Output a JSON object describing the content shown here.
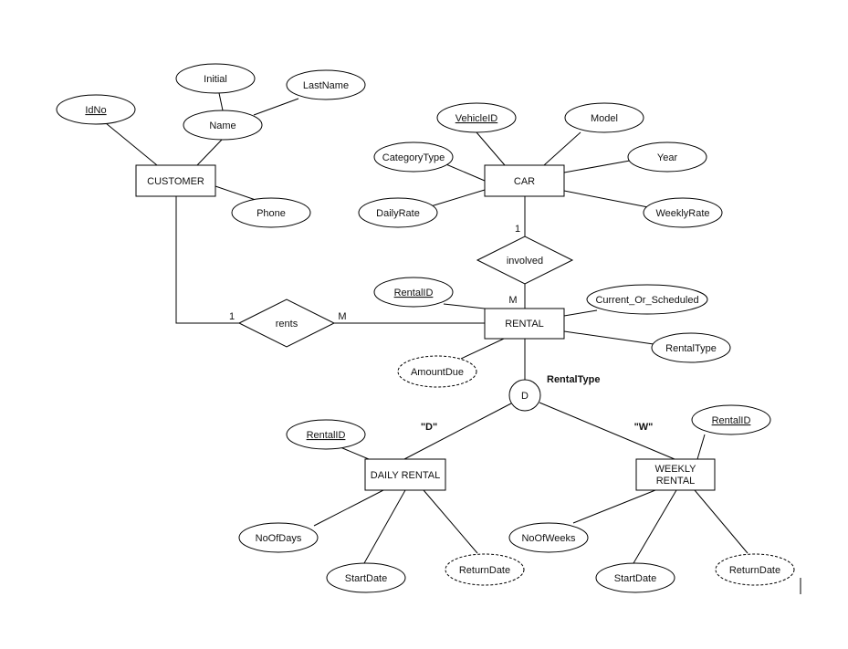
{
  "diagram": {
    "entities": {
      "customer": "CUSTOMER",
      "car": "CAR",
      "rental": "RENTAL",
      "daily_rental": "DAILY RENTAL",
      "weekly_rental_line1": "WEEKLY",
      "weekly_rental_line2": "RENTAL"
    },
    "relationships": {
      "rents": "rents",
      "involved": "involved"
    },
    "attributes": {
      "customer_idno": "IdNo",
      "customer_name": "Name",
      "customer_initial": "Initial",
      "customer_lastname": "LastName",
      "customer_phone": "Phone",
      "car_vehicleid": "VehicleID",
      "car_model": "Model",
      "car_categorytype": "CategoryType",
      "car_year": "Year",
      "car_dailyrate": "DailyRate",
      "car_weeklyrate": "WeeklyRate",
      "rental_rentalid": "RentalID",
      "rental_current_or_scheduled": "Current_Or_Scheduled",
      "rental_rentaltype": "RentalType",
      "rental_amountdue": "AmountDue",
      "daily_rentalid": "RentalID",
      "daily_noofdays": "NoOfDays",
      "daily_startdate": "StartDate",
      "daily_returndate": "ReturnDate",
      "weekly_rentalid": "RentalID",
      "weekly_noofweeks": "NoOfWeeks",
      "weekly_startdate": "StartDate",
      "weekly_returndate": "ReturnDate"
    },
    "cardinalities": {
      "rents_customer": "1",
      "rents_rental": "M",
      "involved_car": "1",
      "involved_rental": "M"
    },
    "specialization": {
      "symbol": "D",
      "discriminator": "RentalType",
      "daily_value": "\"D\"",
      "weekly_value": "\"W\""
    }
  }
}
